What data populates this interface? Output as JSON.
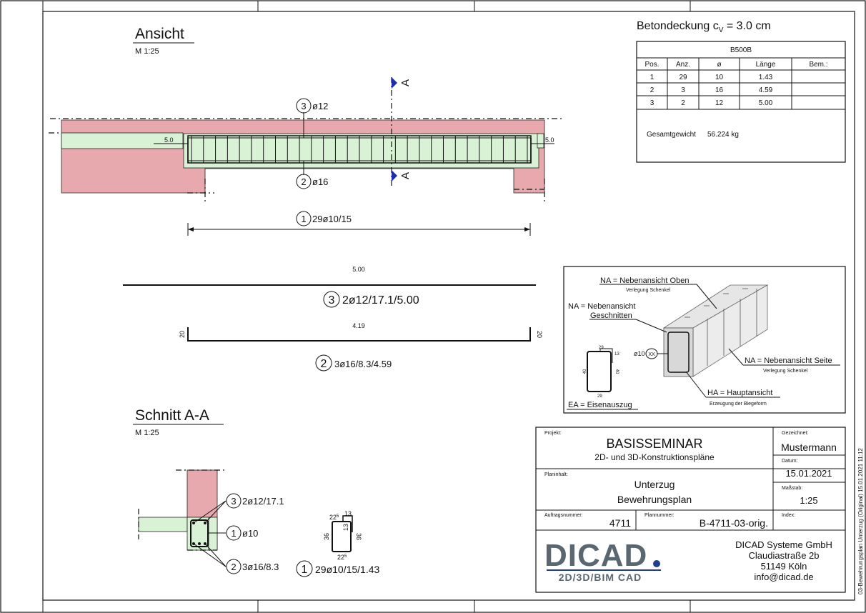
{
  "views": {
    "ansicht": {
      "title": "Ansicht",
      "scale": "M 1:25"
    },
    "schnitt": {
      "title": "Schnitt A-A",
      "scale": "M 1:25"
    },
    "section_mark": "A"
  },
  "cover": {
    "label": "Betondeckung c",
    "sub": "V",
    "value": " = 3.0 cm"
  },
  "steel_table": {
    "grade": "B500B",
    "headers": [
      "Pos.",
      "Anz.",
      "ø",
      "Länge",
      "Bem.:"
    ],
    "rows": [
      [
        "1",
        "29",
        "10",
        "1.43",
        ""
      ],
      [
        "2",
        "3",
        "16",
        "4.59",
        ""
      ],
      [
        "3",
        "2",
        "12",
        "5.00",
        ""
      ]
    ],
    "total_label": "Gesamtgewicht",
    "total_value": "56.224 kg"
  },
  "elevation": {
    "bar3_num": "3",
    "bar3_label": "ø12",
    "bar2_num": "2",
    "bar2_label": "ø16",
    "bar1_num": "1",
    "bar1_label": "29ø10/15",
    "cover_left": "5.0",
    "cover_right": "5.0"
  },
  "bending": {
    "bar3": {
      "length": "5.00",
      "num": "3",
      "label": "2ø12/17.1/5.00"
    },
    "bar2": {
      "length": "4.19",
      "hook_left": "20",
      "hook_right": "20",
      "num": "2",
      "label": "3ø16/8.3/4.59"
    }
  },
  "section": {
    "bar3": {
      "num": "3",
      "label": "2ø12/17.1"
    },
    "bar1": {
      "num": "1",
      "label": "ø10"
    },
    "bar2": {
      "num": "2",
      "label": "3ø16/8.3"
    },
    "stirrup": {
      "top_left": "22",
      "top_left_sup": "5",
      "top_right": "13",
      "inner": "13",
      "left": "36",
      "right": "36",
      "bottom": "22",
      "bottom_sup": "5",
      "num": "1",
      "label": "29ø10/15/1.43"
    }
  },
  "legend": {
    "na_oben": "NA = Nebenansicht Oben",
    "na_oben_sub": "Verlegung Schenkel",
    "na_geschnitten_1": "NA = Nebenansicht",
    "na_geschnitten_2": "Geschnitten",
    "diameter": "ø10",
    "marker": "XX",
    "na_seite": "NA = Nebenansicht Seite",
    "na_seite_sub": "Verlegung Schenkel",
    "ha": "HA = Hauptansicht",
    "ha_sub": "Erzeugung der Biegeform",
    "ea": "EA = Eisenauszug",
    "mini_top": "29",
    "mini_right": "13",
    "mini_left": "40",
    "mini_side": "40",
    "mini_bottom": "29"
  },
  "title_block": {
    "projekt_label": "Projekt:",
    "project": "BASISSEMINAR",
    "project_sub": "2D- und 3D-Konstruktionspläne",
    "gezeichnet_label": "Gezeichnet:",
    "gezeichnet": "Mustermann",
    "datum_label": "Datum:",
    "datum": "15.01.2021",
    "planinhalt_label": "Planinhalt:",
    "planinhalt_1": "Unterzug",
    "planinhalt_2": "Bewehrungsplan",
    "massstab_label": "Maßstab:",
    "massstab": "1:25",
    "auftrag_label": "Auftragsnummer:",
    "auftrag": "4711",
    "plannummer_label": "Plannummer:",
    "plannummer": "B-4711-03-orig.",
    "index_label": "Index:",
    "logo": "DICAD",
    "logo_sub": "2D/3D/BIM CAD",
    "company": "DICAD Systeme GmbH",
    "street": "Claudiastraße 2b",
    "city": "51149 Köln",
    "email": "info@dicad.de"
  },
  "side_note": "03-Bewehrungsplan Unterzug (Original) 15.01.2021 11:12",
  "colors": {
    "concrete": "#e7a9ad",
    "cover": "#d9f2d5",
    "logo": "#5b6770",
    "logo_accent": "#1f3f8c",
    "marker": "#1c2fa8"
  }
}
